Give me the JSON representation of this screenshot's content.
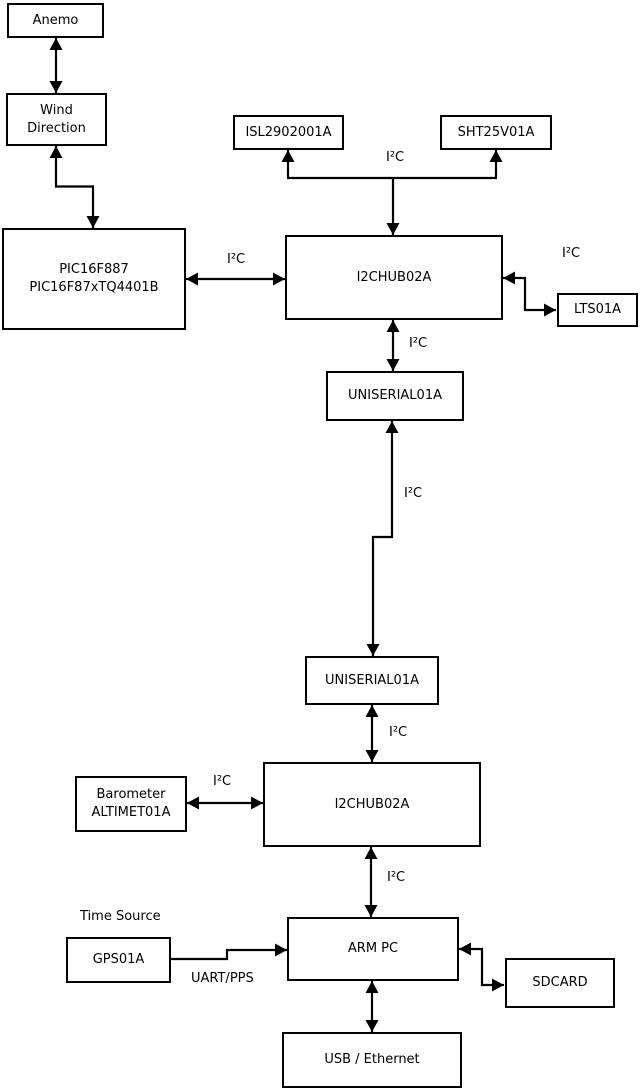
{
  "diagram": {
    "background_color": "#ffffff",
    "line_color": "#000000",
    "box_fill_color": "#ffffff",
    "nodes": {
      "anemo": {
        "label": "Anemo"
      },
      "wind_direction": {
        "label": "Wind\nDirection"
      },
      "pic": {
        "label": "PIC16F887\nPIC16F87xTQ4401B"
      },
      "isl": {
        "label": "ISL2902001A"
      },
      "sht": {
        "label": "SHT25V01A"
      },
      "i2chub_top": {
        "label": "I2CHUB02A"
      },
      "lts": {
        "label": "LTS01A"
      },
      "uniserial_top": {
        "label": "UNISERIAL01A"
      },
      "uniserial_bottom": {
        "label": "UNISERIAL01A"
      },
      "i2chub_bottom": {
        "label": "I2CHUB02A"
      },
      "barometer": {
        "label": "Barometer\nALTIMET01A"
      },
      "gps": {
        "label": "GPS01A"
      },
      "arm_pc": {
        "label": "ARM PC"
      },
      "sdcard": {
        "label": "SDCARD"
      },
      "usb_ethernet": {
        "label": "USB / Ethernet"
      }
    },
    "labels": {
      "i2c_sensor_bus": "I²C",
      "i2c_pic_hub": "I²C",
      "i2c_hub_lts": "I²C",
      "i2c_hub_uniserial": "I²C",
      "i2c_uniserial_link": "I²C",
      "i2c_uniserial_hub2": "I²C",
      "i2c_barometer_hub2": "I²C",
      "i2c_hub2_armpc": "I²C",
      "time_source": "Time Source",
      "uart_pps": "UART/PPS"
    }
  }
}
